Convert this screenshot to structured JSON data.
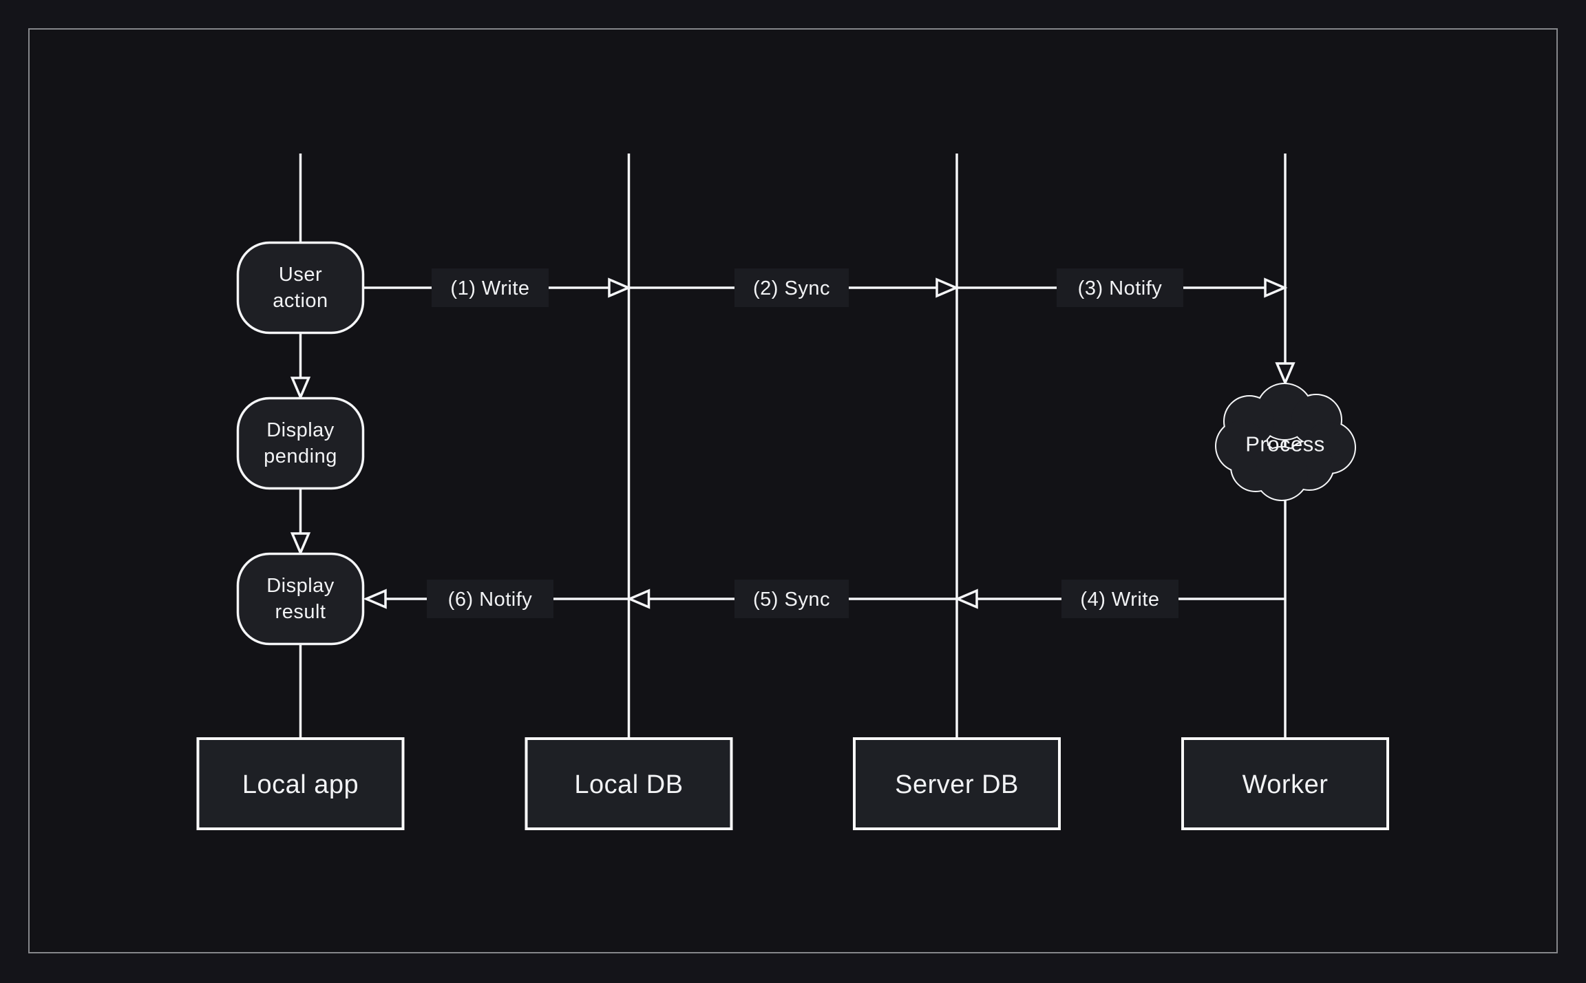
{
  "colors": {
    "background": "#141419",
    "canvas_fill": "#121216",
    "frame_border": "#86878b",
    "line_stroke": "#f5f6f8",
    "shape_fill": "#1e1f24",
    "badge_fill": "#1b1c21",
    "text": "#f2f3f5"
  },
  "lanes": {
    "local_app": {
      "label": "Local app"
    },
    "local_db": {
      "label": "Local DB"
    },
    "server_db": {
      "label": "Server DB"
    },
    "worker": {
      "label": "Worker"
    }
  },
  "nodes": {
    "user_action": {
      "line1": "User",
      "line2": "action"
    },
    "display_pending": {
      "line1": "Display",
      "line2": "pending"
    },
    "display_result": {
      "line1": "Display",
      "line2": "result"
    }
  },
  "cloud": {
    "label": "Process"
  },
  "messages": {
    "m1": {
      "label": "(1) Write",
      "from": "Local app",
      "to": "Local DB",
      "direction": "right"
    },
    "m2": {
      "label": "(2) Sync",
      "from": "Local DB",
      "to": "Server DB",
      "direction": "right"
    },
    "m3": {
      "label": "(3) Notify",
      "from": "Server DB",
      "to": "Worker",
      "direction": "right"
    },
    "m4": {
      "label": "(4) Write",
      "from": "Worker",
      "to": "Server DB",
      "direction": "left"
    },
    "m5": {
      "label": "(5) Sync",
      "from": "Server DB",
      "to": "Local DB",
      "direction": "left"
    },
    "m6": {
      "label": "(6) Notify",
      "from": "Local DB",
      "to": "Local app",
      "direction": "left"
    }
  }
}
